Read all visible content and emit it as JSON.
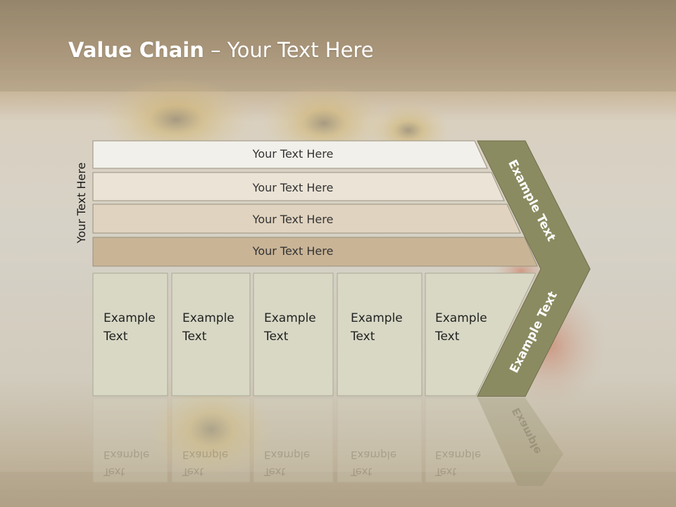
{
  "title": {
    "bold": "Value Chain",
    "rest": " – Your Text Here"
  },
  "side_label": "Your Text Here",
  "bars": [
    {
      "label": "Your Text Here",
      "fill": "#f2f0ea"
    },
    {
      "label": "Your Text Here",
      "fill": "#ebe3d6"
    },
    {
      "label": "Your Text Here",
      "fill": "#e0d3bf"
    },
    {
      "label": "Your Text Here",
      "fill": "#c9b496"
    }
  ],
  "boxes": [
    {
      "line1": "Example",
      "line2": "Text"
    },
    {
      "line1": "Example",
      "line2": "Text"
    },
    {
      "line1": "Example",
      "line2": "Text"
    },
    {
      "line1": "Example",
      "line2": "Text"
    },
    {
      "line1": "Example",
      "line2": "Text"
    }
  ],
  "chevron": {
    "upper": "Example Text",
    "lower": "Example Text"
  },
  "reflection": {
    "line1": "Example",
    "line2": "Text",
    "chevron": "Example"
  },
  "colors": {
    "box_fill": "#d8d8c5",
    "chevron_fill": "#8b8b62",
    "band_top": "#8c7a5c",
    "band_mid": "#b8a07a"
  }
}
